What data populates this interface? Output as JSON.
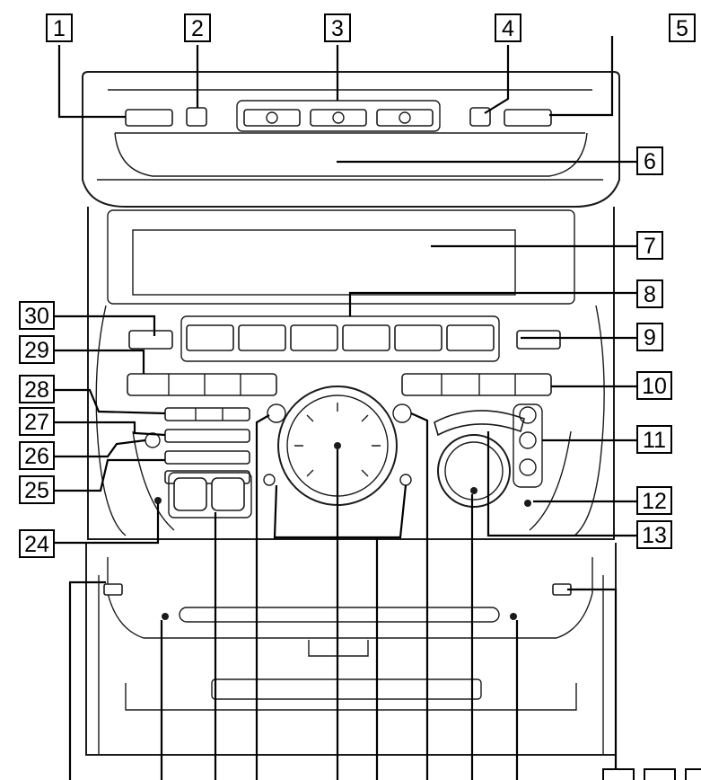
{
  "callouts": [
    "1",
    "2",
    "3",
    "4",
    "5",
    "6",
    "7",
    "8",
    "9",
    "10",
    "11",
    "12",
    "13",
    "24",
    "25",
    "26",
    "27",
    "28",
    "29",
    "30"
  ]
}
